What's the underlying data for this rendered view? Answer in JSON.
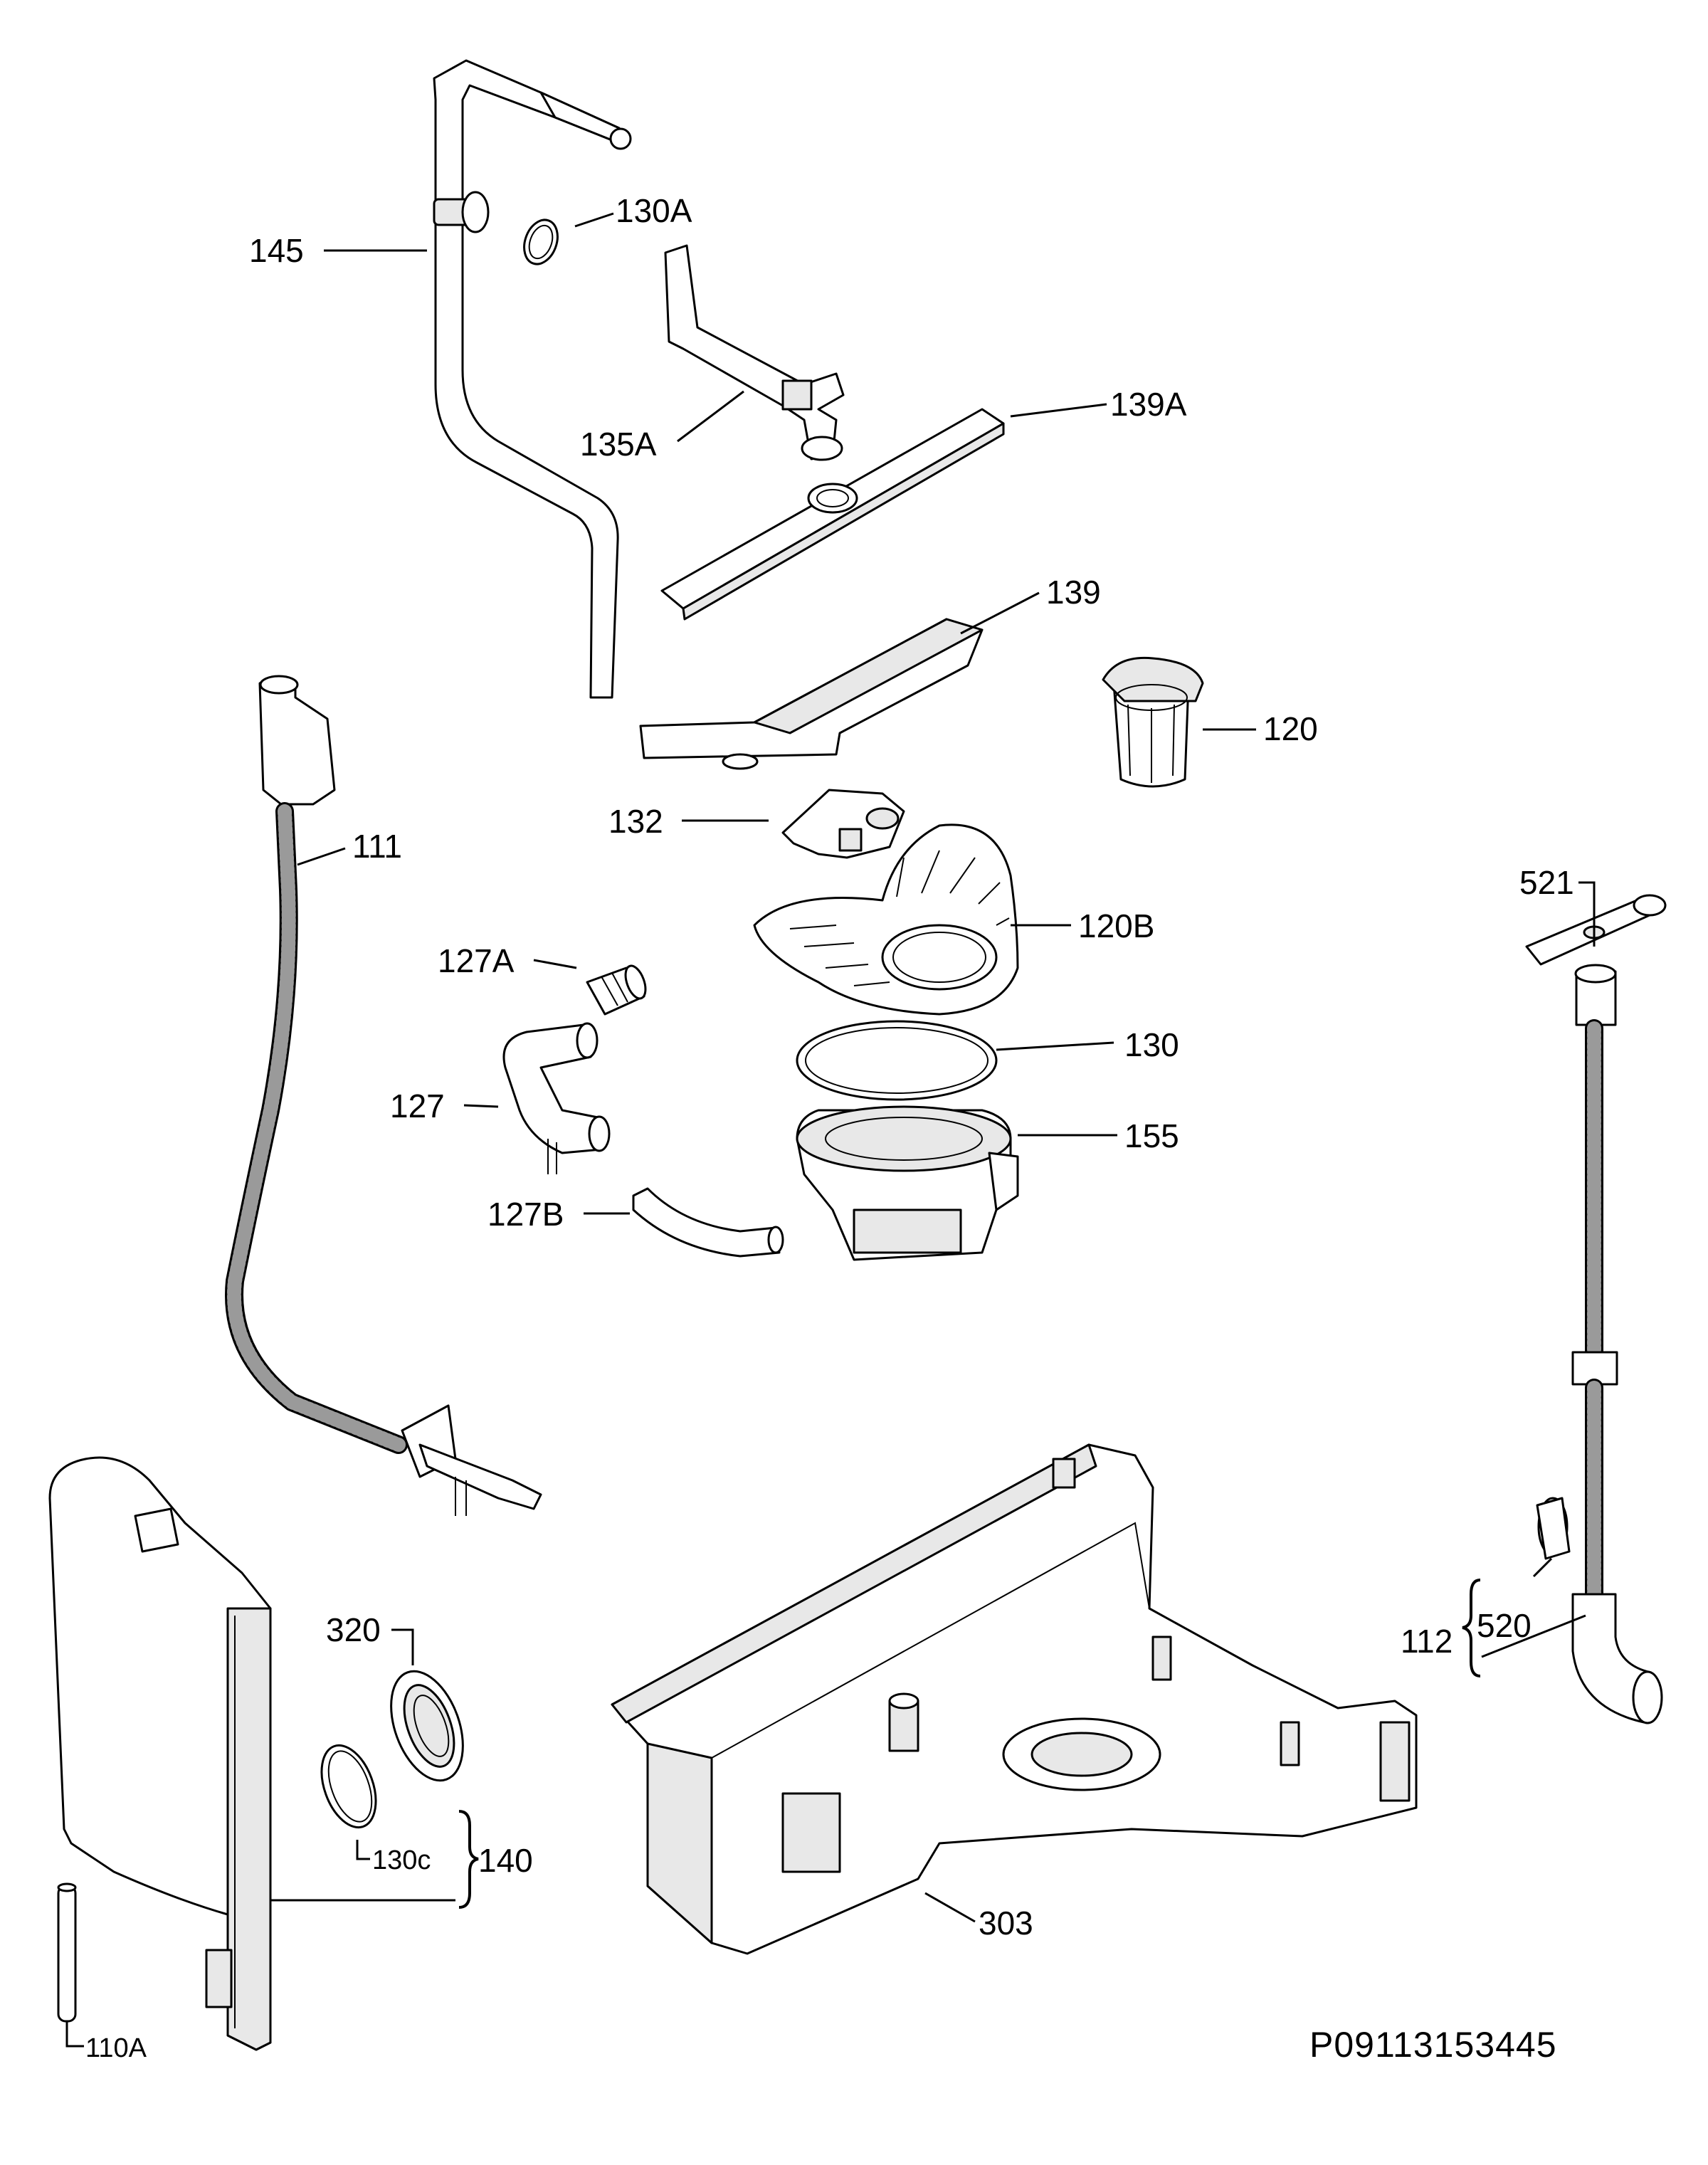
{
  "diagram": {
    "reference_code": "P09113153445",
    "callouts": [
      {
        "id": "c145",
        "label": "145"
      },
      {
        "id": "c130A",
        "label": "130A"
      },
      {
        "id": "c139A",
        "label": "139A"
      },
      {
        "id": "c135A",
        "label": "135A"
      },
      {
        "id": "c139",
        "label": "139"
      },
      {
        "id": "c120",
        "label": "120"
      },
      {
        "id": "c111",
        "label": "111"
      },
      {
        "id": "c132",
        "label": "132"
      },
      {
        "id": "c521",
        "label": "521"
      },
      {
        "id": "c127A",
        "label": "127A"
      },
      {
        "id": "c120B",
        "label": "120B"
      },
      {
        "id": "c130",
        "label": "130"
      },
      {
        "id": "c127",
        "label": "127"
      },
      {
        "id": "c155",
        "label": "155"
      },
      {
        "id": "c127B",
        "label": "127B"
      },
      {
        "id": "c320",
        "label": "320"
      },
      {
        "id": "c520",
        "label": "520"
      },
      {
        "id": "c112",
        "label": "112"
      },
      {
        "id": "c130c",
        "label": "130c"
      },
      {
        "id": "c140",
        "label": "140"
      },
      {
        "id": "c303",
        "label": "303"
      },
      {
        "id": "c110A",
        "label": "110A"
      }
    ]
  }
}
